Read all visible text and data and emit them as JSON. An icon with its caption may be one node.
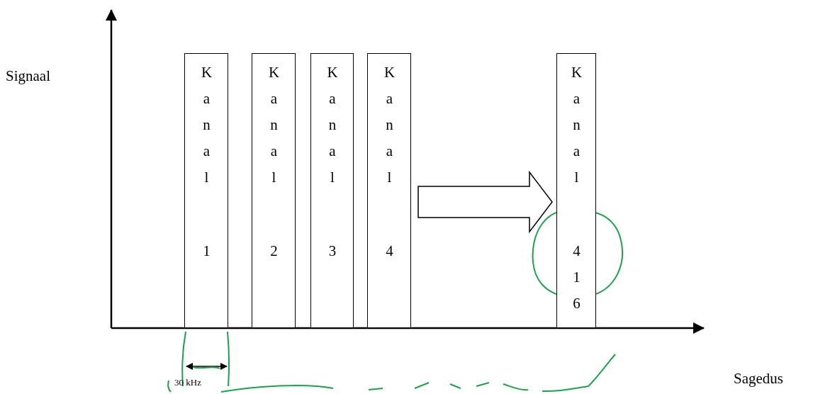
{
  "diagram": {
    "nodes": [
      {
        "text": [
          "Kanal 1"
        ]
      },
      {
        "text": [
          "Kanal 2"
        ]
      },
      {
        "text": [
          "Kanal 3"
        ]
      },
      {
        "text": [
          "Kanal 4"
        ]
      },
      {
        "text": [
          "Kanal 416"
        ]
      }
    ],
    "edges": [
      {
        "from": 3,
        "to": 4,
        "arrow": "to",
        "style": "thick"
      }
    ],
    "labels": [
      "Signaal",
      "Sagedus",
      "30 kHz"
    ]
  }
}
